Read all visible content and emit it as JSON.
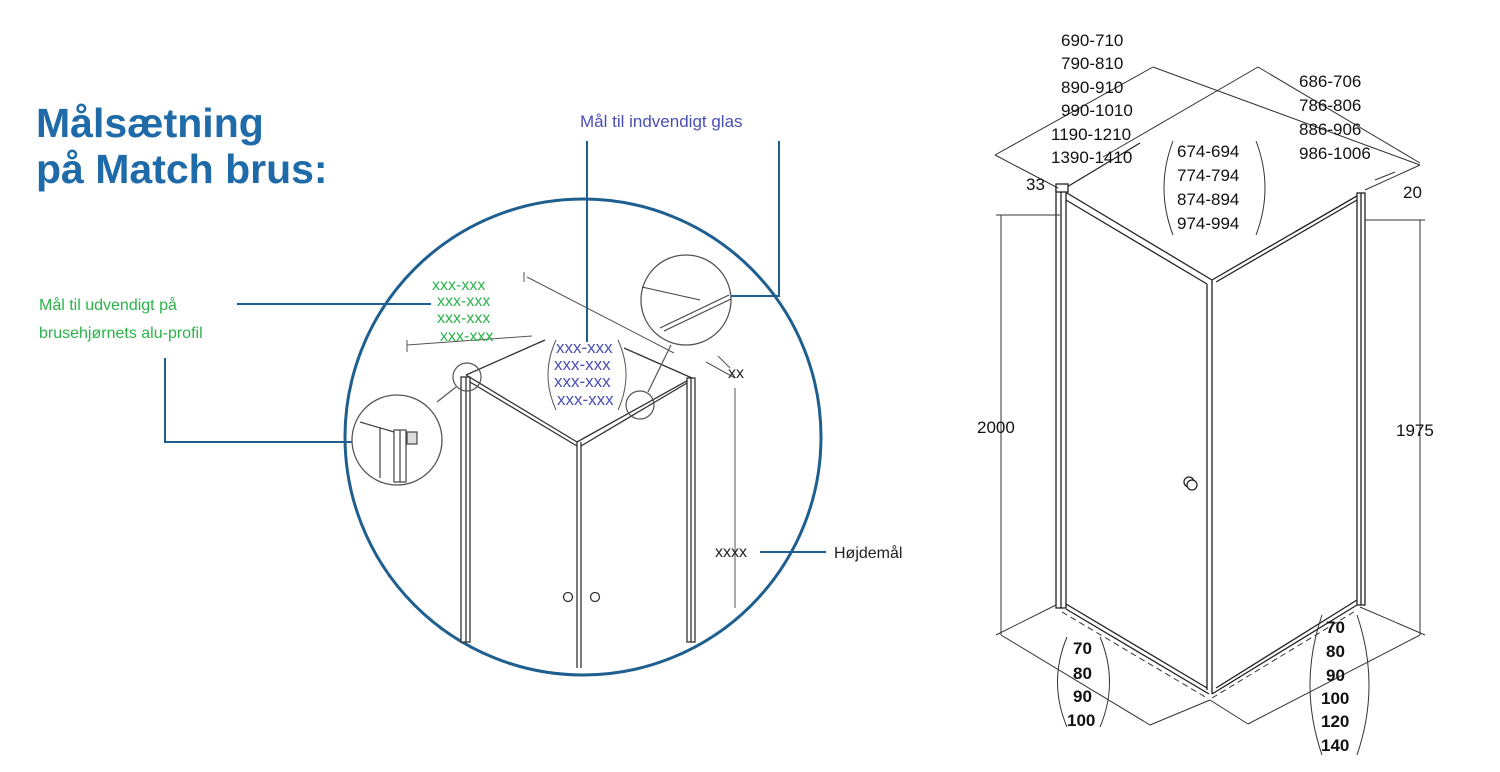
{
  "title": {
    "line1": "Målsætning",
    "line2": "på Match brus:"
  },
  "left_diagram": {
    "label_outer_profile": [
      "Mål til udvendigt på",
      "brusehjørnets alu-profil"
    ],
    "label_inner_glass": "Mål til indvendigt glas",
    "label_height": "Højdemål",
    "outer_placeholders": [
      "xxx-xxx",
      "xxx-xxx",
      "xxx-xxx",
      "xxx-xxx"
    ],
    "inner_placeholders": [
      "xxx-xxx",
      "xxx-xxx",
      "xxx-xxx",
      "xxx-xxx"
    ],
    "depth_placeholder": "xx",
    "height_placeholder": "xxxx",
    "colors": {
      "circle": "#1f5f8f",
      "green": "#2bb34a",
      "blue": "#4a4fb3",
      "title": "#1f6aa8"
    }
  },
  "right_diagram": {
    "outer_widths": [
      "690-710",
      "790-810",
      "890-910",
      "990-1010",
      "1190-1210",
      "1390-1410"
    ],
    "inner_widths": [
      "674-694",
      "774-794",
      "874-894",
      "974-994"
    ],
    "right_widths": [
      "686-706",
      "786-806",
      "886-906",
      "986-1006"
    ],
    "left_offset": "33",
    "right_offset": "20",
    "height_left": "2000",
    "height_right": "1975",
    "bottom_left": [
      "70",
      "80",
      "90",
      "100"
    ],
    "bottom_right": [
      "70",
      "80",
      "90",
      "100",
      "120",
      "140"
    ]
  }
}
